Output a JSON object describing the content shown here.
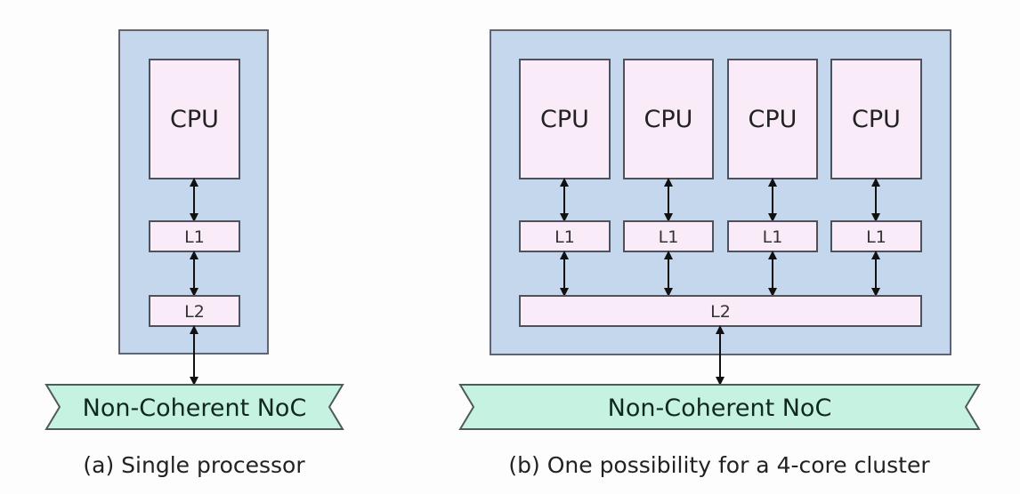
{
  "diagram": {
    "left": {
      "cpu_label": "CPU",
      "l1_label": "L1",
      "l2_label": "L2",
      "noc_label": "Non-Coherent NoC",
      "caption": "(a) Single processor"
    },
    "right": {
      "cpus": [
        {
          "cpu_label": "CPU",
          "l1_label": "L1"
        },
        {
          "cpu_label": "CPU",
          "l1_label": "L1"
        },
        {
          "cpu_label": "CPU",
          "l1_label": "L1"
        },
        {
          "cpu_label": "CPU",
          "l1_label": "L1"
        }
      ],
      "l2_label": "L2",
      "noc_label": "Non-Coherent NoC",
      "caption": "(b) One possibility for a 4-core cluster"
    },
    "colors": {
      "cluster_fill": "#c5d7ec",
      "block_fill": "#f9ebf8",
      "noc_fill": "#c6f3e1"
    }
  }
}
